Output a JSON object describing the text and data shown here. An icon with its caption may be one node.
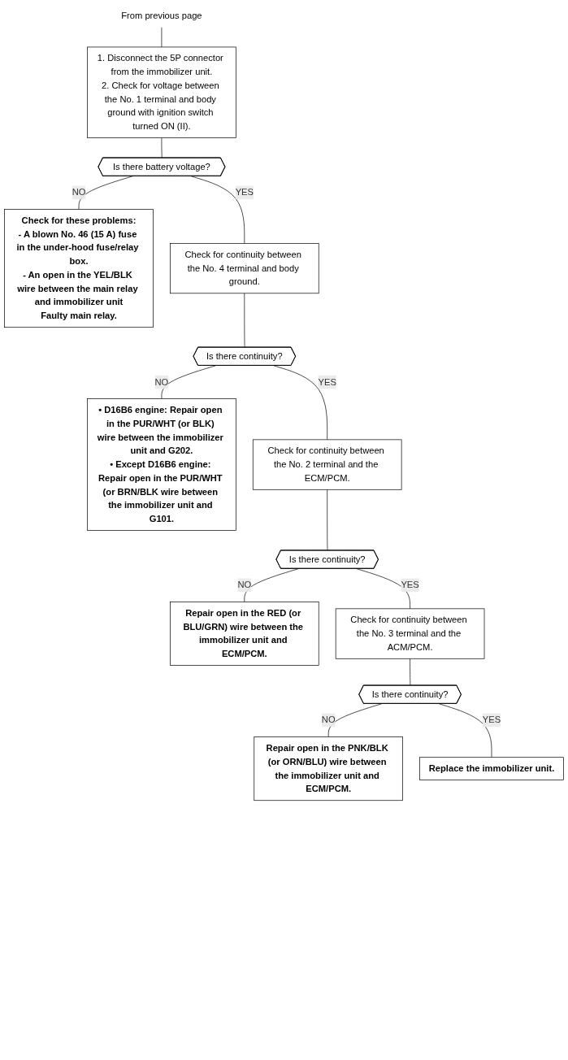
{
  "diagram": {
    "nodes": [
      {
        "text": [
          "From previous page"
        ]
      },
      {
        "text": [
          "1. Disconnect the 5P connector from the immobilizer unit.",
          "2. Check for voltage between the No. 1 terminal and body ground with ignition switch turned ON (II)."
        ]
      },
      {
        "text": [
          "Is there battery voltage?"
        ]
      },
      {
        "text": [
          "Check for these problems:",
          "- A blown No. 46 (15 A) fuse in the under-hood fuse/relay box.",
          "- An open in the YEL/BLK wire between the main relay and immobilizer unit",
          "Faulty main relay."
        ]
      },
      {
        "text": [
          "Check for continuity between the No. 4 terminal and body ground."
        ]
      },
      {
        "text": [
          "Is there continuity?"
        ]
      },
      {
        "text": [
          "• D16B6 engine: Repair open in the PUR/WHT (or BLK) wire between the immobilizer unit and G202.",
          "• Except D16B6 engine: Repair open in the PUR/WHT (or BRN/BLK wire between the immobilizer unit and G101."
        ]
      },
      {
        "text": [
          "Check for continuity between the No. 2 terminal and the ECM/PCM."
        ]
      },
      {
        "text": [
          "Is there continuity?"
        ]
      },
      {
        "text": [
          "Repair open in the RED (or BLU/GRN) wire between the immobilizer unit and ECM/PCM."
        ]
      },
      {
        "text": [
          "Check for continuity between the No. 3 terminal and the ACM/PCM."
        ]
      },
      {
        "text": [
          "Is there continuity?"
        ]
      },
      {
        "text": [
          "Repair open in the PNK/BLK (or ORN/BLU) wire between the immobilizer unit and ECM/PCM."
        ]
      },
      {
        "text": [
          "Replace the immobilizer unit."
        ]
      }
    ],
    "edges": [
      {
        "from": 0,
        "to": 1,
        "arrow": "none"
      },
      {
        "from": 1,
        "to": 2,
        "arrow": "none"
      },
      {
        "from": 2,
        "to": 3,
        "arrow": "none",
        "label": "NO"
      },
      {
        "from": 2,
        "to": 4,
        "arrow": "none",
        "label": "YES"
      },
      {
        "from": 4,
        "to": 5,
        "arrow": "none"
      },
      {
        "from": 5,
        "to": 6,
        "arrow": "none",
        "label": "NO"
      },
      {
        "from": 5,
        "to": 7,
        "arrow": "none",
        "label": "YES"
      },
      {
        "from": 7,
        "to": 8,
        "arrow": "none"
      },
      {
        "from": 8,
        "to": 9,
        "arrow": "none",
        "label": "NO"
      },
      {
        "from": 8,
        "to": 10,
        "arrow": "none",
        "label": "YES"
      },
      {
        "from": 10,
        "to": 11,
        "arrow": "none"
      },
      {
        "from": 11,
        "to": 12,
        "arrow": "none",
        "label": "NO"
      },
      {
        "from": 11,
        "to": 13,
        "arrow": "none",
        "label": "YES"
      }
    ]
  }
}
